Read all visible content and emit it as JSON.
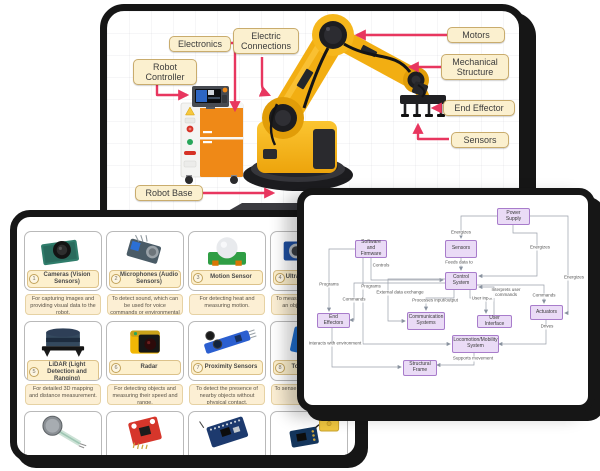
{
  "robot_diagram": {
    "labels": {
      "electronics": "Electronics",
      "electric_connections": "Electric Connections",
      "robot_controller": "Robot Controller",
      "motors": "Motors",
      "mechanical_structure": "Mechanical Structure",
      "end_effector": "End Effector",
      "sensors": "Sensors",
      "robot_base": "Robot Base"
    }
  },
  "sensor_grid": {
    "items": [
      {
        "num": "1",
        "name": "Cameras (Vision Sensors)",
        "desc": "For capturing images and providing visual data to the robot."
      },
      {
        "num": "2",
        "name": "Microphones (Audio Sensors)",
        "desc": "To detect sound, which can be used for voice commands or environmental awareness."
      },
      {
        "num": "3",
        "name": "Motion Sensor",
        "desc": "For detecting heat and measuring motion."
      },
      {
        "num": "4",
        "name": "Ultrasonic Sensors",
        "desc": "To measure the distance of an object using sound waves."
      },
      {
        "num": "5",
        "name": "LiDAR (Light Detection and Ranging)",
        "desc": "For detailed 3D mapping and distance measurement."
      },
      {
        "num": "6",
        "name": "Radar",
        "desc": "For detecting objects and measuring their speed and range."
      },
      {
        "num": "7",
        "name": "Proximity Sensors",
        "desc": "To detect the presence of nearby objects without physical contact."
      },
      {
        "num": "8",
        "name": "Touch Sensors",
        "desc": "To sense physical contact or pressure."
      }
    ]
  },
  "flowchart": {
    "nodes": {
      "power_supply": "Power Supply",
      "software_firmware": "Software and Firmware",
      "sensors": "Sensors",
      "control_system": "Control System",
      "communication_systems": "Communication Systems",
      "user_interface": "User Interface",
      "actuators": "Actuators",
      "end_effectors": "End Effectors",
      "locomotion": "Locomotion/Mobility System",
      "structural_frame": "Structural Frame"
    },
    "edge_labels": {
      "energizes_sensors": "Energizes",
      "energizes_control": "Energizes",
      "energizes_actuators": "Energizes",
      "controls": "Controls",
      "feeds_data_to": "Feeds data to",
      "programs_1": "Programs",
      "programs_2": "Programs",
      "commands_1": "Commands",
      "external_data_exchange": "External data exchange",
      "processes_io": "Processes input/output",
      "user_input": "User input",
      "interprets": "Interprets user commands",
      "commands_2": "Commands",
      "drives": "Drives",
      "interacts": "Interacts with environment",
      "supports": "Supports movement"
    }
  },
  "colors": {
    "frame_black": "#161616",
    "arrow_pink": "#e8365f",
    "label_bg": "#fbf0cf",
    "label_border": "#c9ac6d",
    "node_bg": "#eadbf6",
    "node_border": "#a87ccb",
    "robot_yellow": "#f2ae12",
    "cabinet_orange": "#ef8917"
  }
}
